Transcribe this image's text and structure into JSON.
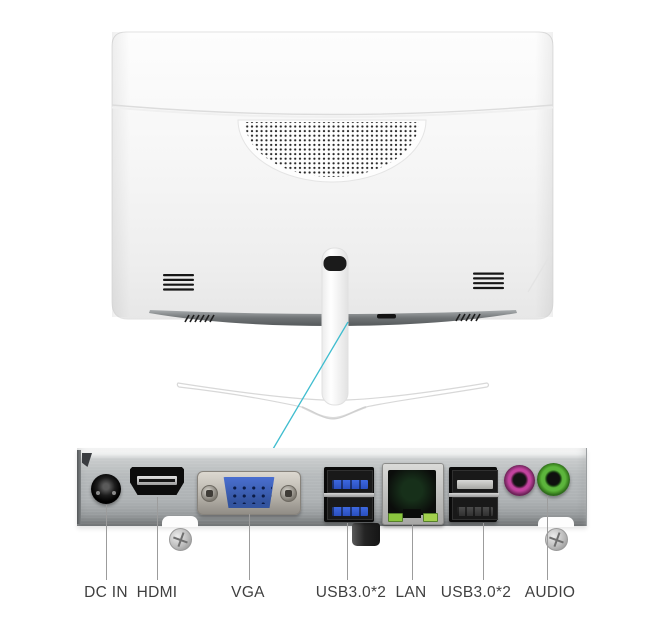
{
  "ports": [
    {
      "id": "dc-in",
      "label": "DC IN"
    },
    {
      "id": "hdmi",
      "label": "HDMI"
    },
    {
      "id": "vga",
      "label": "VGA"
    },
    {
      "id": "usb3-left",
      "label": "USB3.0*2"
    },
    {
      "id": "lan",
      "label": "LAN"
    },
    {
      "id": "usb3-right",
      "label": "USB3.0*2"
    },
    {
      "id": "audio",
      "label": "AUDIO"
    }
  ],
  "colors": {
    "callout_line": "#3fbdcf",
    "label_text": "#3f3f3f",
    "vga_blue": "#4a6fd0",
    "usb3_tongue_blue": "#3d68e0",
    "lan_led_green": "#8bc63f",
    "audio_mic_pink": "#c2439e",
    "audio_headphone_green": "#5cb53c",
    "chassis_white": "#f7f7f7",
    "panel_silver": "#b6babc"
  }
}
